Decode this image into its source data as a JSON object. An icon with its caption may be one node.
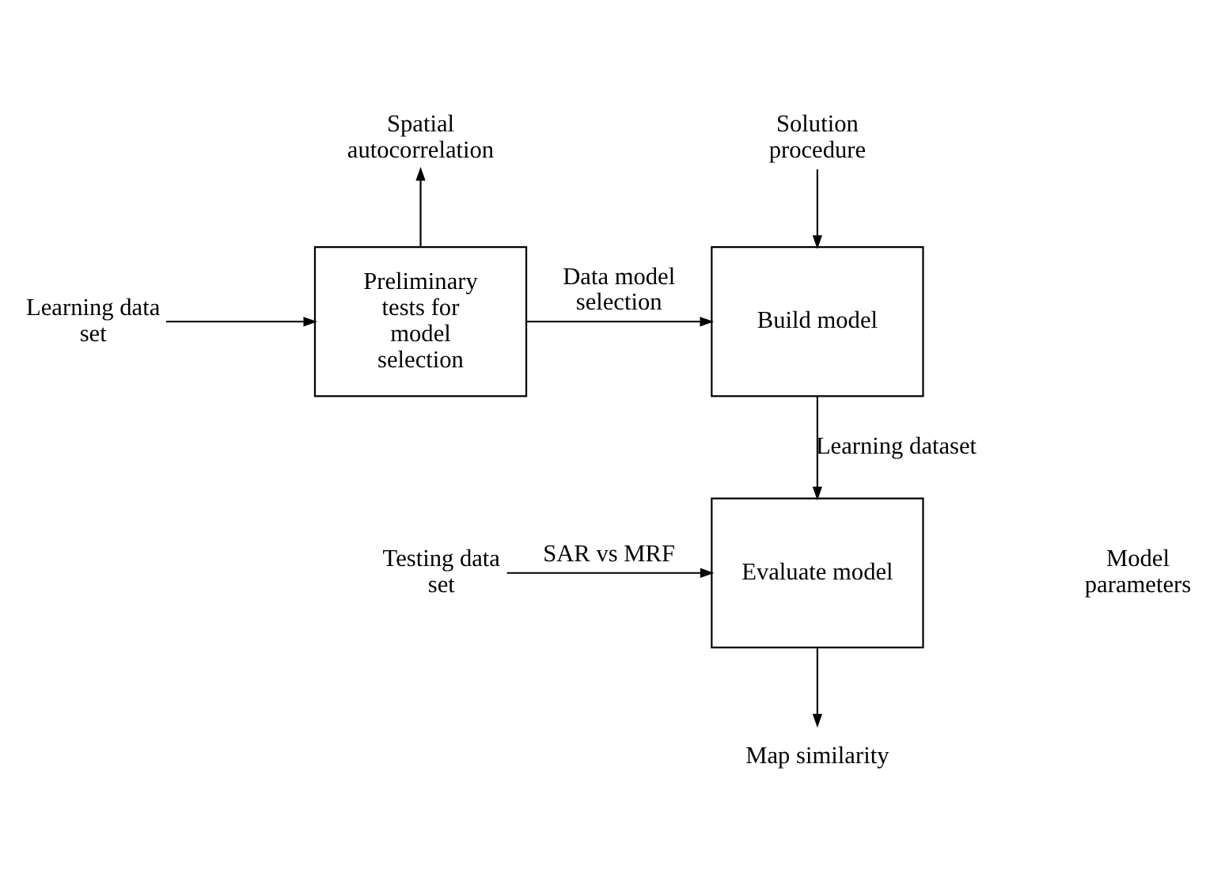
{
  "diagram": {
    "nodes": [
      {
        "text": [
          "Learning data set"
        ]
      },
      {
        "text": [
          "Preliminary tests for model selection"
        ]
      },
      {
        "text": [
          "Spatial autocorrelation"
        ]
      },
      {
        "text": [
          "Solution procedure"
        ]
      },
      {
        "text": [
          "Build model"
        ]
      },
      {
        "text": [
          "Evaluate model"
        ]
      },
      {
        "text": [
          "Testing data set"
        ]
      },
      {
        "text": [
          "Map similarity"
        ]
      }
    ],
    "edges": [
      {
        "from": 0,
        "to": 1,
        "arrow": "to"
      },
      {
        "from": 1,
        "to": 2,
        "arrow": "to"
      },
      {
        "from": 1,
        "to": 4,
        "arrow": "to",
        "label": "Data model selection"
      },
      {
        "from": 3,
        "to": 4,
        "arrow": "to"
      },
      {
        "from": 4,
        "to": 5,
        "arrow": "to",
        "label": "Learning dataset"
      },
      {
        "from": 6,
        "to": 5,
        "arrow": "to",
        "label": "SAR vs MRF"
      },
      {
        "from": 5,
        "to": 7,
        "arrow": "to"
      }
    ],
    "labels": [
      "Model parameters"
    ]
  }
}
